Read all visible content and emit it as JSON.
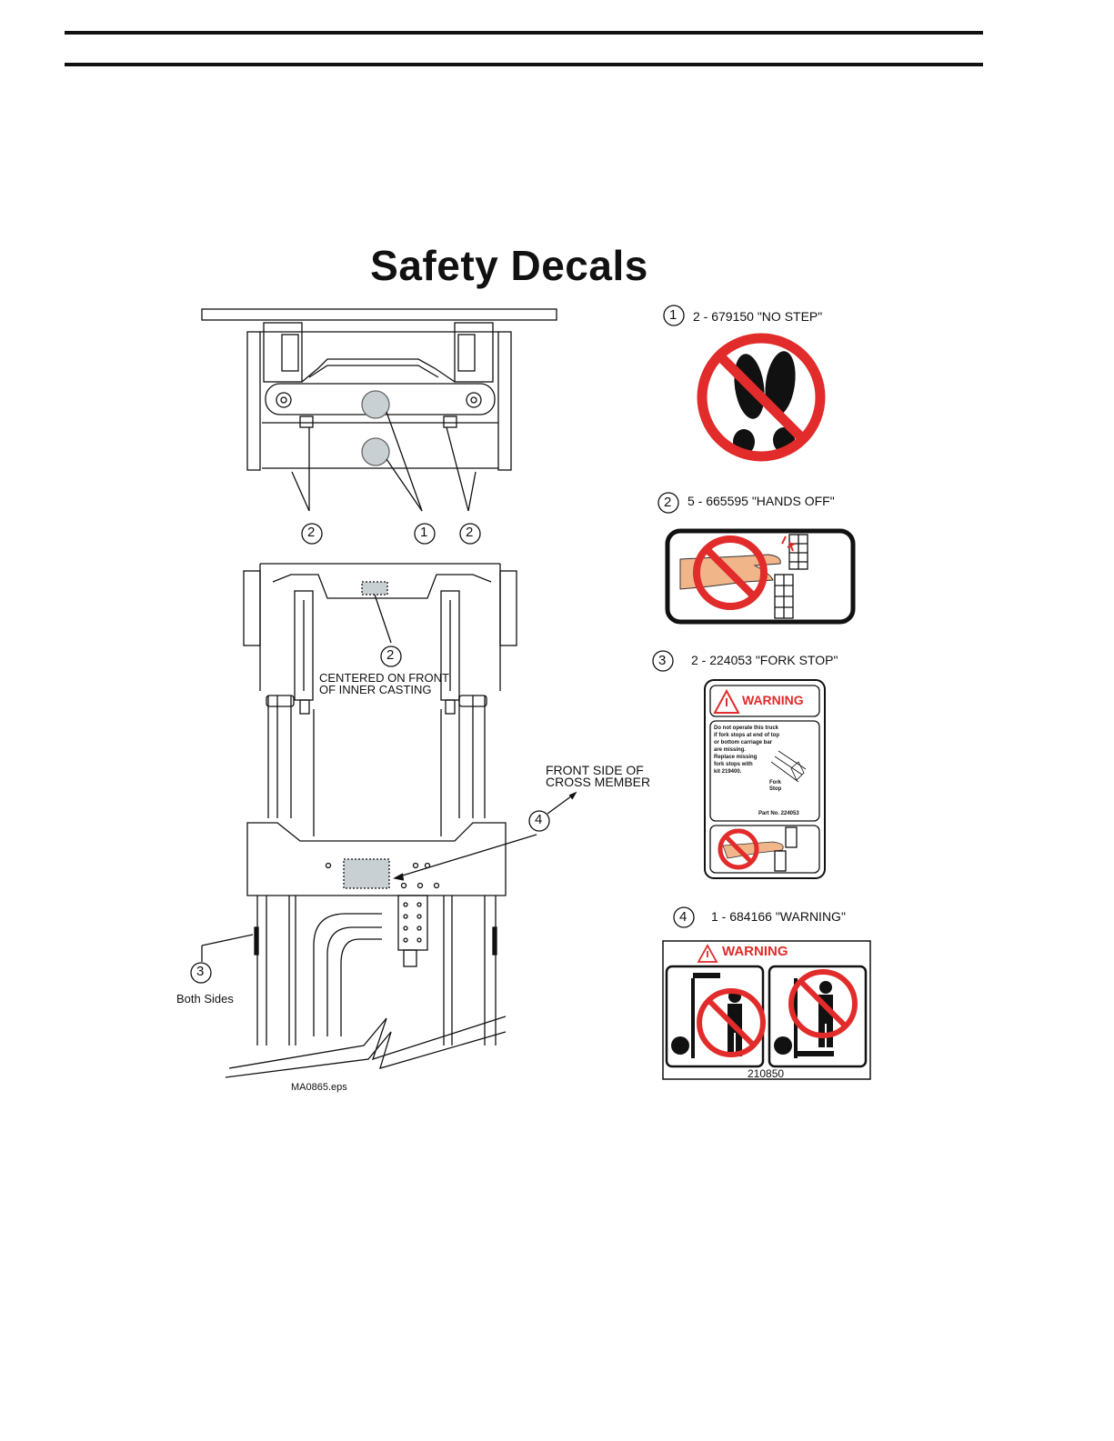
{
  "title": "Safety Decals",
  "file_label": "MA0865.eps",
  "callouts": {
    "c1": "1",
    "c2": "2",
    "c3": "3",
    "c4": "4"
  },
  "notes": {
    "centered_line1": "CENTERED ON FRONT",
    "centered_line2": "OF INNER CASTING",
    "front_side_line1": "FRONT SIDE OF",
    "front_side_line2": "CROSS MEMBER",
    "both_sides": "Both Sides"
  },
  "decals": [
    {
      "num": "1",
      "caption": "2 - 679150  \"NO STEP\""
    },
    {
      "num": "2",
      "caption": "5  - 665595  \"HANDS OFF\""
    },
    {
      "num": "3",
      "caption": "2  - 224053  \"FORK STOP\""
    },
    {
      "num": "4",
      "caption": "1  - 684166  \"WARNING\""
    }
  ],
  "fork_stop_decal": {
    "warning": "WARNING",
    "lines": [
      "Do not operate this truck",
      "if fork stops at end of top",
      "or bottom carriage bar",
      "are missing.",
      "Replace missing",
      "fork stops with",
      "kit 219400."
    ],
    "fork_label_1": "Fork",
    "fork_label_2": "Stop",
    "part_no": "Part No. 224053"
  },
  "warning_decal": {
    "warning": "WARNING",
    "part_no": "210850"
  },
  "colors": {
    "red": "#e22b2b",
    "gray_fill": "#c9d0d4",
    "skin": "#f1b58a"
  }
}
